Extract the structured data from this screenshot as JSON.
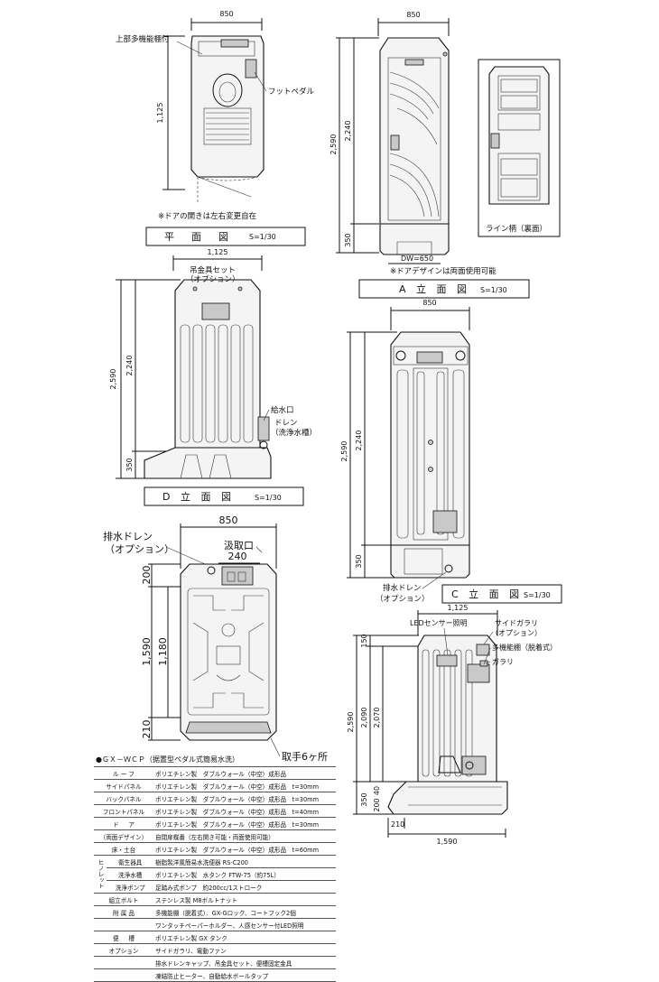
{
  "plan_view": {
    "width": "850",
    "depth": "1,125",
    "label_shelf": "上部多機能棚付",
    "label_pedal": "フットペダル",
    "note": "※ドアの開きは左右変更自在",
    "title": "平　面　図",
    "scale": "S=1/30"
  },
  "a_view": {
    "width": "850",
    "height_total": "2,590",
    "height_body": "2,240",
    "height_base": "350",
    "door_width": "DW=650",
    "note": "※ドアデザインは両面使用可能",
    "title": "A 立 面 図",
    "scale": "S=1/30",
    "line_label": "ライン柄（裏面）"
  },
  "d_view": {
    "depth": "1,125",
    "height_total": "2,590",
    "height_body": "2,240",
    "height_base": "350",
    "label_hook": "吊金具セット",
    "label_hook_option": "（オプション）",
    "label_water": "給水口",
    "label_drain": "ドレン",
    "label_drain_sub": "（洗浄水槽）",
    "title": "D 立 面 図",
    "scale": "S=1/30"
  },
  "c_view": {
    "width": "850",
    "height_total": "2,590",
    "height_body": "2,240",
    "height_base": "350",
    "label_drain": "排水ドレン",
    "label_drain_option": "（オプション）",
    "title": "C 立 面 図",
    "scale": "S=1/30"
  },
  "base_plan": {
    "width": "850",
    "inlet_width": "240",
    "dim_200": "200",
    "dim_1590": "1,590",
    "dim_1180": "1,180",
    "dim_210": "210",
    "label_drain": "排水ドレン",
    "label_drain_option": "（オプション）",
    "label_inlet": "汲取口",
    "label_handles": "取手6ヶ所"
  },
  "section_view": {
    "depth": "1,125",
    "dim_150": "150",
    "dim_2590": "2,590",
    "dim_2090": "2,090",
    "dim_2070": "2,070",
    "dim_350": "350",
    "dim_200": "200",
    "dim_40": "40",
    "dim_210": "210",
    "dim_1590": "1,590",
    "label_led": "LEDセンサー照明",
    "label_side_rail": "サイドガラリ",
    "label_side_rail_option": "（オプション）",
    "label_multi_shelf": "多機能棚（脱着式）",
    "label_rail": "ガラリ"
  },
  "spec": {
    "title": "●ＧＸ－ＷＣＰ（据置型ペダル式簡易水洗）",
    "rows": [
      {
        "key": "ル ー フ",
        "value": "ポリエチレン製　ダブルウォール（中空）成形品"
      },
      {
        "key": "サイドパネル",
        "value": "ポリエチレン製　ダブルウォール（中空）成形品　t=30mm"
      },
      {
        "key": "バックパネル",
        "value": "ポリエチレン製　ダブルウォール（中空）成形品　t=30mm"
      },
      {
        "key": "フロントパネル",
        "value": "ポリエチレン製　ダブルウォール（中空）成形品　t=40mm"
      },
      {
        "key": "ド 　 ア",
        "value": "ポリエチレン製　ダブルウォール（中空）成形品　t=30mm"
      },
      {
        "key": "（両面デザイン）",
        "value": "自閉扉蝶番（左右開き可能・両面使用可能）"
      },
      {
        "key": "床・土台",
        "value": "ポリエチレン製　ダブルウォール（中空）成形品　t=60mm"
      },
      {
        "group": "ヒノレット",
        "key": "衛生器具",
        "value": "樹脂製洋風簡易水洗便器 RS-C200"
      },
      {
        "group": "",
        "key": "洗浄水槽",
        "value": "ポリエチレン製　水タンク FTW-75（約75L）"
      },
      {
        "group": "",
        "key": "洗浄ポンプ",
        "value": "足踏み式ポンプ　約200cc/1ストローク"
      },
      {
        "key": "組立ボルト",
        "value": "ステンレス製 M8ボルトナット"
      },
      {
        "key": "附 属 品",
        "value": "多機能棚（脱着式）、GX-Gロック、コートフック2個"
      },
      {
        "key": "",
        "value": "ワンタッチペーパーホルダー、人感センサー付LED照明"
      },
      {
        "key": "便 　 槽",
        "value": "ポリエチレン製 GX タンク"
      },
      {
        "key": "オプション",
        "value": "サイドガラリ、電動ファン"
      },
      {
        "key": "",
        "value": "排水ドレンキャップ、吊金具セット、便槽固定金具"
      },
      {
        "key": "",
        "value": "凍結防止ヒーター、自動給水ボールタップ"
      }
    ]
  }
}
